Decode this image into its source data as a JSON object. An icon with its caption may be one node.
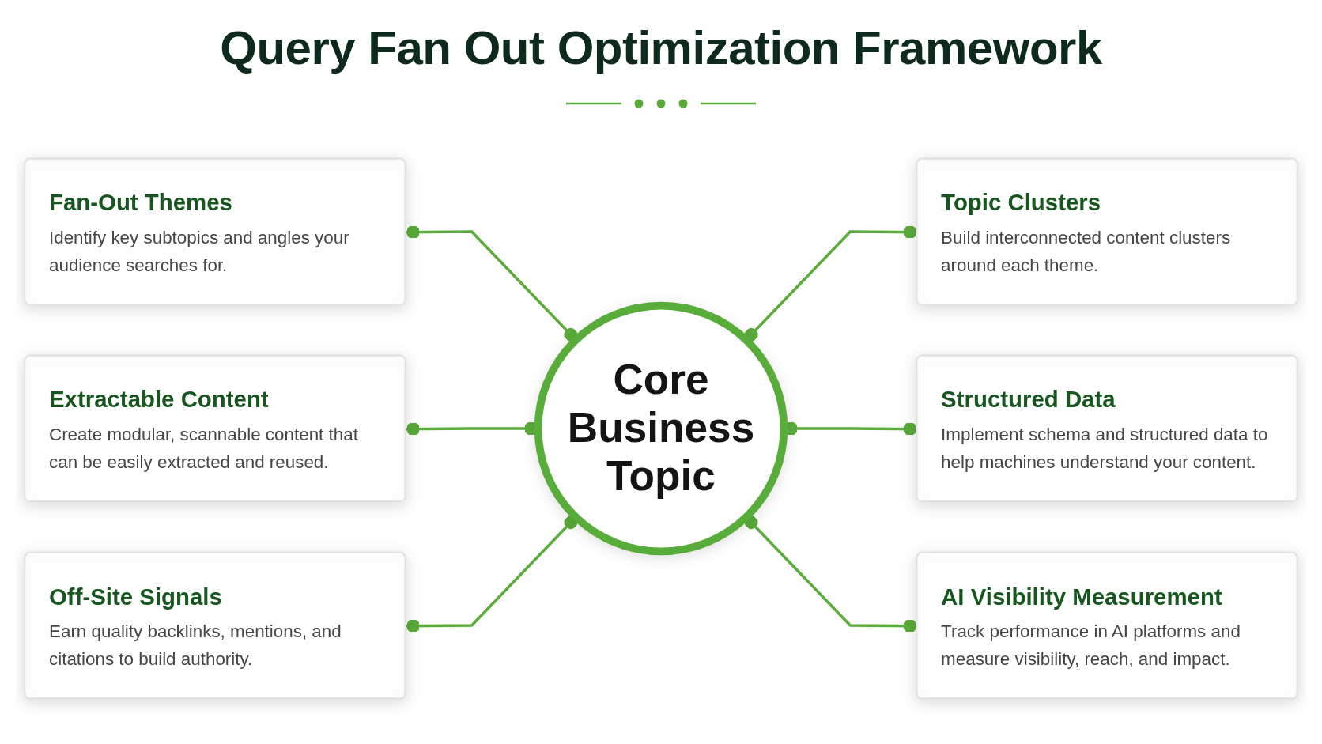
{
  "diagram": {
    "title": "Query Fan Out Optimization Framework",
    "nodes": [
      {
        "text": [
          "Fan-Out Themes",
          "Identify key subtopics and angles your audience searches for."
        ]
      },
      {
        "text": [
          "Topic Clusters",
          "Build interconnected content clusters around each theme."
        ]
      },
      {
        "text": [
          "Extractable Content",
          "Create modular, scannable content that can be easily extracted and reused."
        ]
      },
      {
        "text": [
          "Core Business Topic"
        ]
      },
      {
        "text": [
          "Structured Data",
          "Implement schema and structured data to help machines understand your content."
        ]
      },
      {
        "text": [
          "Off-Site Signals",
          "Earn quality backlinks, mentions, and citations to build authority."
        ]
      },
      {
        "text": [
          "AI Visibility Measurement",
          "Track performance in AI platforms and measure visibility, reach, and impact."
        ]
      }
    ],
    "edges": [
      {
        "from": 0,
        "to": 3,
        "arrow": "other"
      },
      {
        "from": 3,
        "to": 1,
        "arrow": "other"
      },
      {
        "from": 2,
        "to": 3,
        "arrow": "other"
      },
      {
        "from": 3,
        "to": 4,
        "arrow": "other"
      },
      {
        "from": 5,
        "to": 3,
        "arrow": "other"
      },
      {
        "from": 3,
        "to": 6,
        "arrow": "other"
      }
    ]
  }
}
